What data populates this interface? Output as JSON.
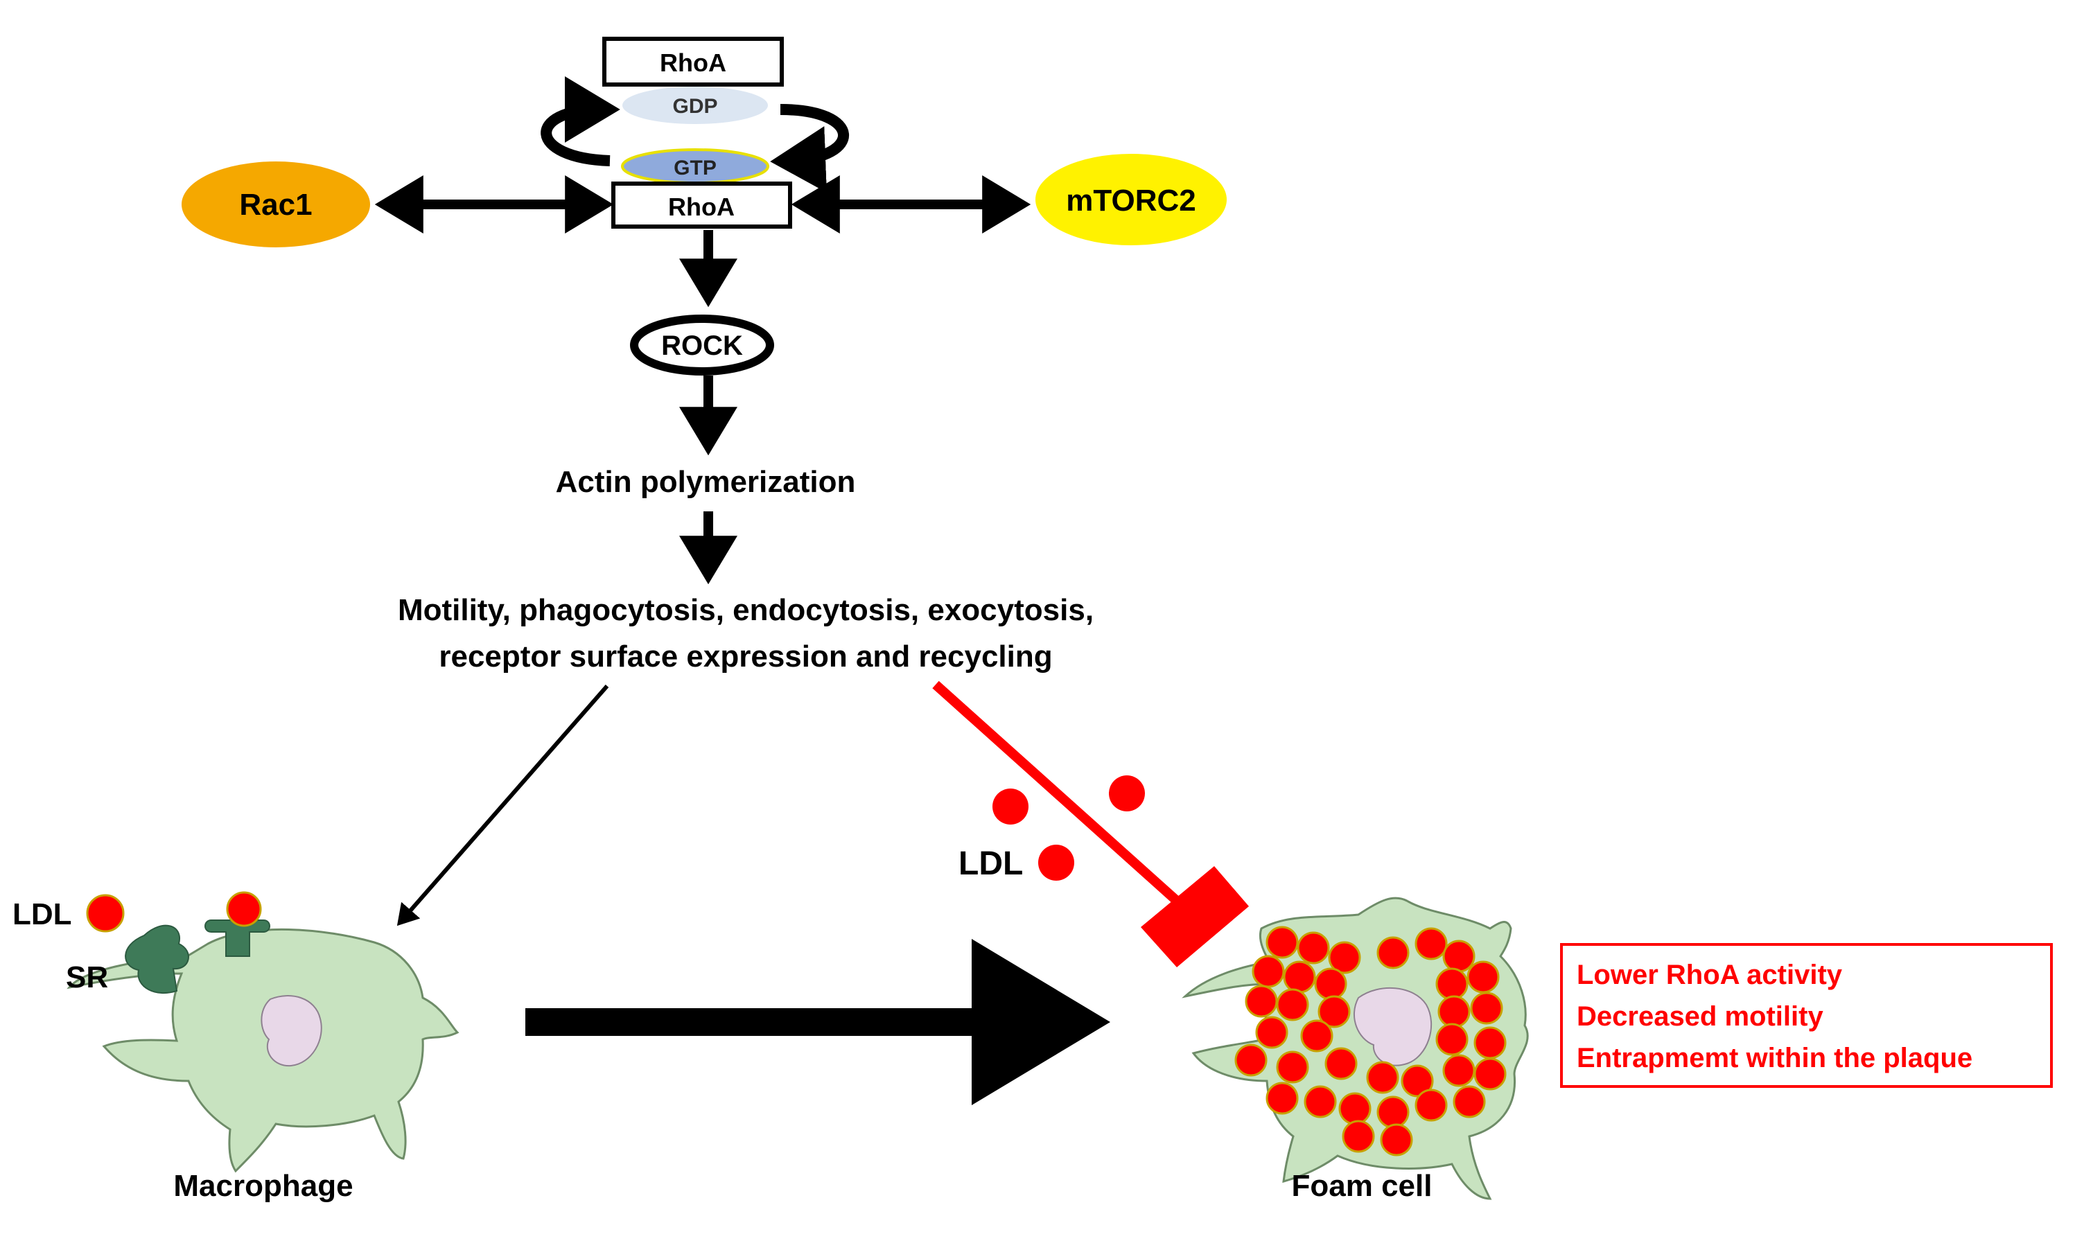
{
  "diagram": {
    "rhoa_gdp_label": "RhoA",
    "gdp_label": "GDP",
    "gtp_label": "GTP",
    "rhoa_gtp_label": "RhoA",
    "rac1_label": "Rac1",
    "mtorc2_label": "mTORC2",
    "rock_label": "ROCK",
    "actin_label": "Actin polymerization",
    "functions_line1": "Motility, phagocytosis, endocytosis, exocytosis,",
    "functions_line2": "receptor surface expression and recycling",
    "ldl_left_label": "LDL",
    "sr_label": "SR",
    "ldl_mid_label": "LDL",
    "macrophage_label": "Macrophage",
    "foam_cell_label": "Foam cell",
    "effects": [
      "Lower RhoA activity",
      "Decreased motility",
      "Entrapmemt within the plaque"
    ]
  },
  "colors": {
    "rac1": "#F5A800",
    "mtorc2": "#FFF200",
    "gdp": "#DCE6F2",
    "gtp": "#8FAADC",
    "gtp_outline": "#E8E000",
    "cell_body": "#C8E3C0",
    "cell_outline": "#6E8C68",
    "nucleus": "#E8D8E8",
    "ldl": "#FF0000",
    "receptor": "#3E7A58",
    "inhibition": "#FF0000",
    "effects_text": "#FF0000"
  }
}
